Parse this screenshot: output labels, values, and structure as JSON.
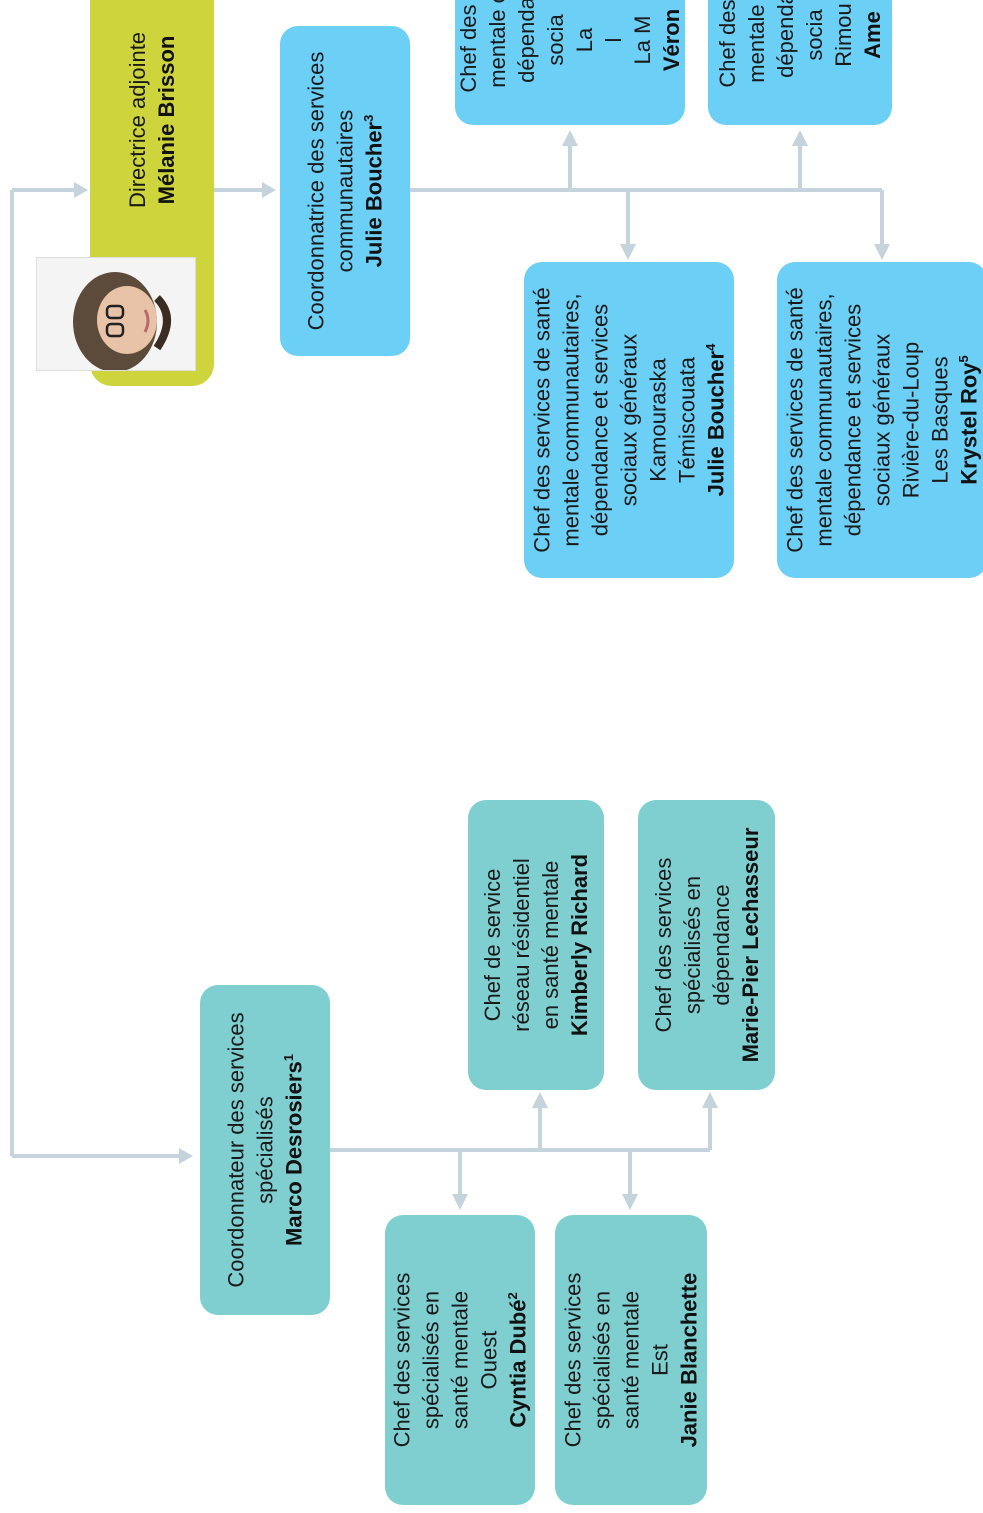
{
  "director": {
    "title": "Directrice adjointe",
    "name": "Mélanie Brisson"
  },
  "community": {
    "coordinator": {
      "title_line1": "Coordonnatrice des services",
      "title_line2": "communautaires",
      "name": "Julie Boucher",
      "note": "3"
    },
    "chiefs": [
      {
        "lines": [
          "Chef des s",
          "mentale c",
          "dépenda",
          "socia",
          "La",
          "l",
          "La M"
        ],
        "name": "Véron"
      },
      {
        "lines": [
          "Chef des services de santé",
          "mentale communautaires,",
          "dépendance et services",
          "sociaux généraux",
          "Kamouraska",
          "Témiscouata"
        ],
        "name": "Julie Boucher",
        "note": "4"
      },
      {
        "lines": [
          "Chef des s",
          "mentale c",
          "dépenda",
          "socia",
          "Rimou"
        ],
        "name": "Ame"
      },
      {
        "lines": [
          "Chef des services de santé",
          "mentale communautaires,",
          "dépendance et services",
          "sociaux généraux",
          "Rivière-du-Loup",
          "Les Basques"
        ],
        "name": "Krystel Roy",
        "note": "5"
      }
    ]
  },
  "specialized": {
    "coordinator": {
      "title_line1": "Coordonnateur des services",
      "title_line2": "spécialisés",
      "name": "Marco Desrosiers",
      "note": "1"
    },
    "chiefs": [
      {
        "lines": [
          "Chef des services",
          "spécialisés en",
          "santé mentale",
          "Ouest"
        ],
        "name": "Cyntia Dubé",
        "note": "2"
      },
      {
        "lines": [
          "Chef des services",
          "spécialisés en",
          "santé mentale",
          "Est"
        ],
        "name": "Janie Blanchette"
      },
      {
        "lines": [
          "Chef de service",
          "réseau résidentiel",
          "en santé mentale"
        ],
        "name": "Kimberly Richard"
      },
      {
        "lines": [
          "Chef des services",
          "spécialisés en",
          "dépendance"
        ],
        "name": "Marie-Pier Lechasseur"
      }
    ]
  },
  "colors": {
    "director_box": "#cdd43c",
    "community_boxes": "#6ccff6",
    "specialized_boxes": "#7fcfd1",
    "connectors": "#c5d3dc"
  }
}
